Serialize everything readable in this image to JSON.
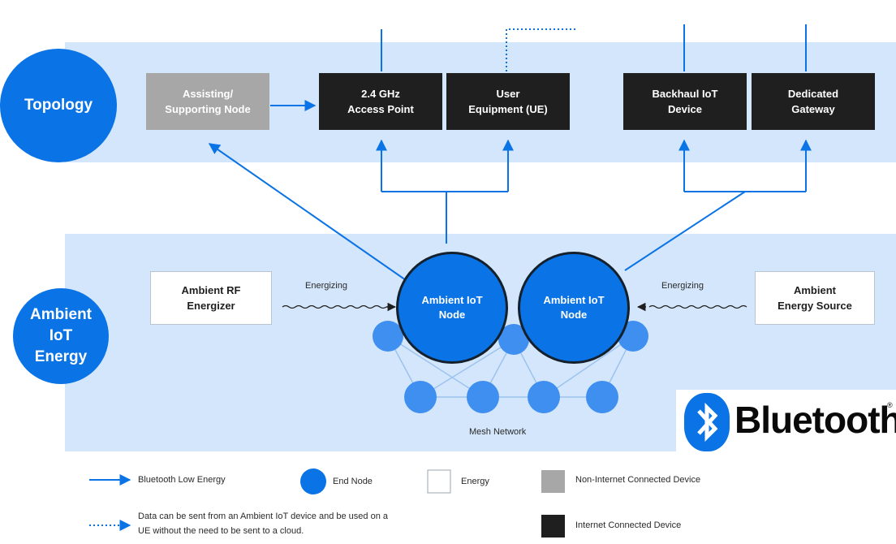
{
  "colors": {
    "accent": "#0a73e6",
    "band": "#d4e6fb",
    "internet_connected": "#1f1f1f",
    "non_internet_connected": "#a7a7a7",
    "energy": "#ffffff"
  },
  "sections": {
    "topology": "Topology",
    "ambient": "Ambient\nIoT\nEnergy"
  },
  "boxes": {
    "assisting": "Assisting/\nSupporting Node",
    "access_point": "2.4 GHz\nAccess Point",
    "user_equipment": "User\nEquipment (UE)",
    "backhaul": "Backhaul IoT\nDevice",
    "gateway": "Dedicated\nGateway",
    "rf_energizer": "Ambient RF\nEnergizer",
    "energy_source": "Ambient\nEnergy Source"
  },
  "nodes": {
    "left": "Ambient IoT\nNode",
    "right": "Ambient IoT\nNode"
  },
  "labels": {
    "energizing_left": "Energizing",
    "energizing_right": "Energizing",
    "mesh": "Mesh Network"
  },
  "logo": {
    "word": "Bluetooth",
    "mark": "®",
    "icon": "bluetooth-rune-icon"
  },
  "legend": {
    "ble": "Bluetooth Low Energy",
    "end_node": "End Node",
    "energy": "Energy",
    "non_internet": "Non-Internet Connected Device",
    "internet": "Internet Connected Device",
    "ue_note_line1": "Data can be sent from an Ambient IoT device and be used on a",
    "ue_note_line2": "UE without the need to be sent to a cloud."
  }
}
